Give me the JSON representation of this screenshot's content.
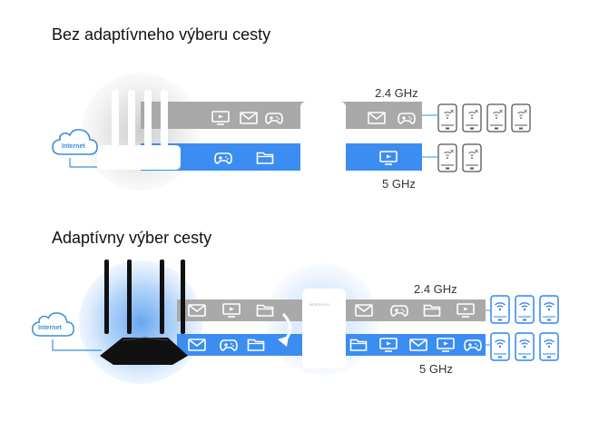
{
  "colors": {
    "gray_band": "#a9a9a9",
    "blue_band": "#3c8df2",
    "accent_blue": "#2f86f0",
    "cloud_blue": "#3a8fd8"
  },
  "top_scenario": {
    "title": "Bez adaptívneho výberu cesty",
    "cloud_label": "Internet",
    "band_24_label": "2.4 GHz",
    "band_5_label": "5 GHz",
    "band_24_icons_left": [
      "monitor-icon",
      "mail-icon",
      "gamepad-icon"
    ],
    "band_5_icons_left": [
      "gamepad-icon",
      "folder-icon"
    ],
    "band_24_icons_right": [
      "mail-icon",
      "gamepad-icon"
    ],
    "band_5_icons_right": [
      "monitor-icon"
    ],
    "band_24_devices": 4,
    "band_5_devices": 2,
    "device_status": "weak-signal"
  },
  "bottom_scenario": {
    "title": "Adaptívny výber cesty",
    "cloud_label": "Internet",
    "extender_brand": "MERCUSYS",
    "band_24_label": "2.4 GHz",
    "band_5_label": "5 GHz",
    "band_24_icons_left": [
      "mail-icon",
      "monitor-icon",
      "folder-icon"
    ],
    "band_5_icons_left": [
      "mail-icon",
      "gamepad-icon",
      "folder-icon"
    ],
    "band_24_icons_right": [
      "mail-icon",
      "gamepad-icon",
      "folder-icon",
      "monitor-icon"
    ],
    "band_5_icons_right": [
      "folder-icon",
      "monitor-icon",
      "mail-icon",
      "monitor-icon",
      "gamepad-icon"
    ],
    "band_24_devices": 3,
    "band_5_devices": 3,
    "device_status": "wifi-strong"
  }
}
